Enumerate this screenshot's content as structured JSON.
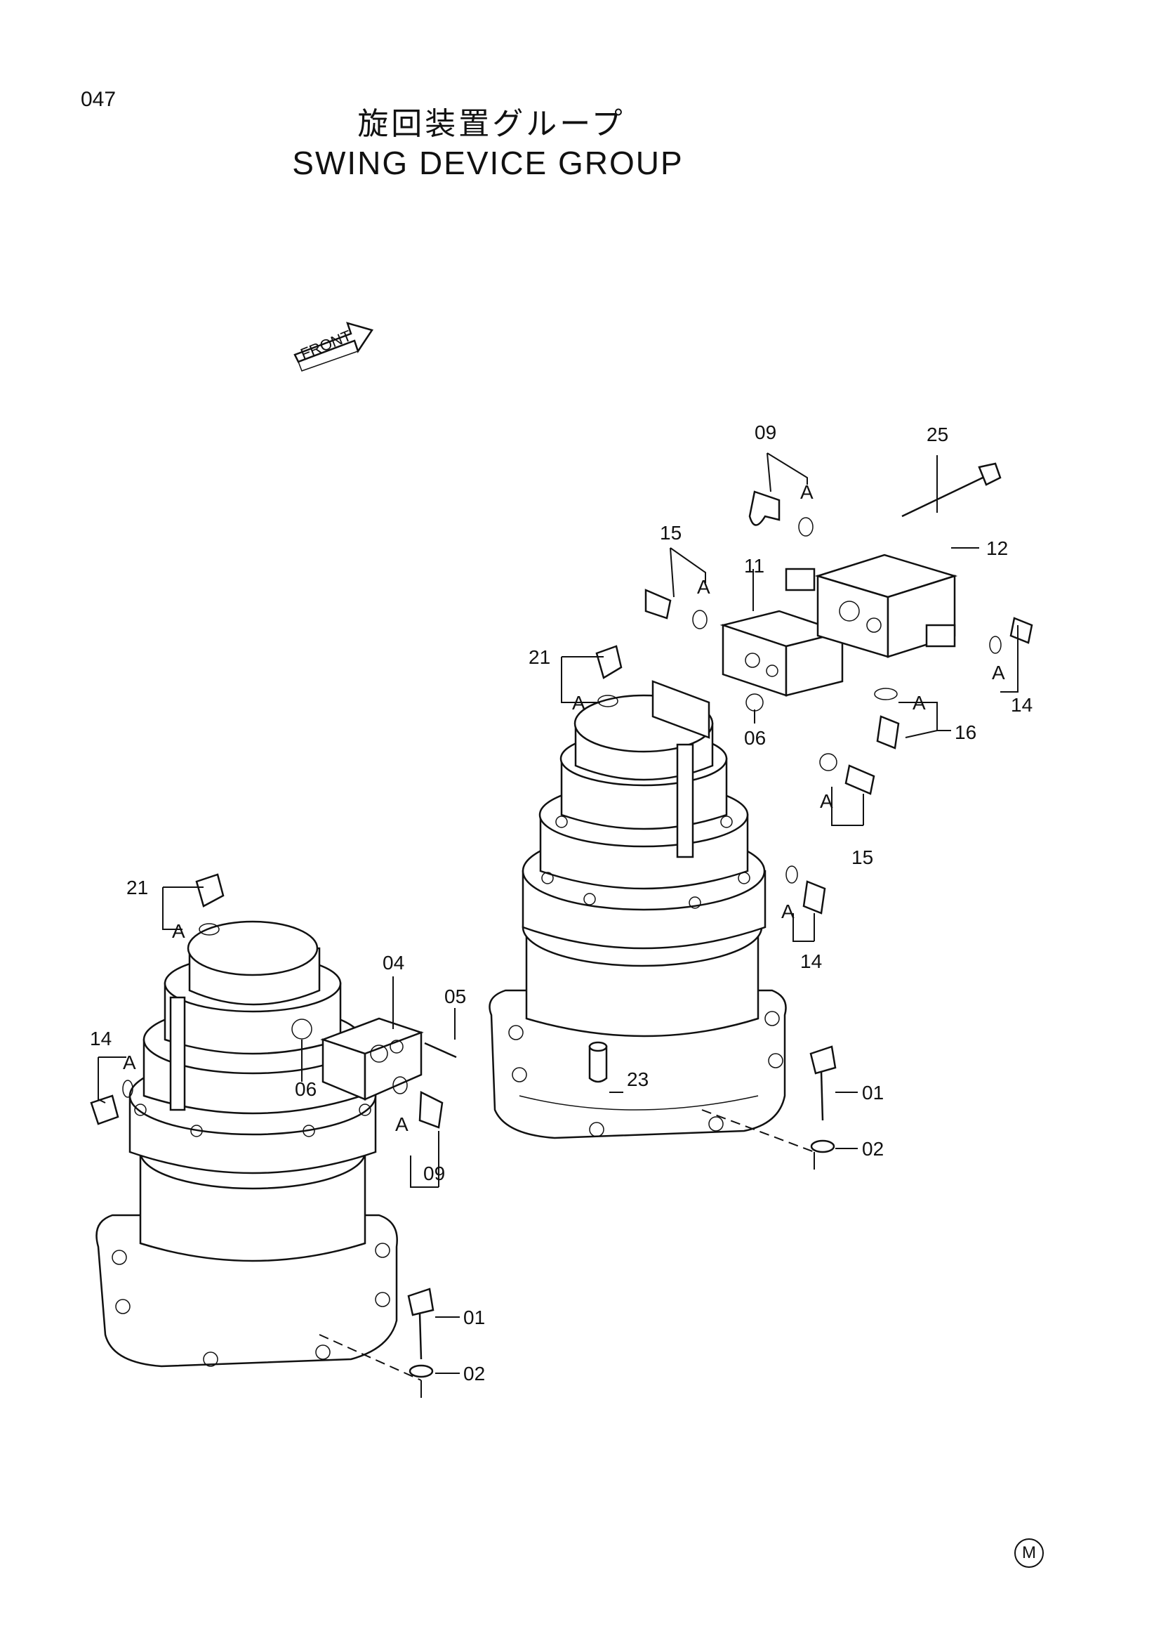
{
  "page_number": "047",
  "title_jp": "旋回装置グループ",
  "title_en": "SWING DEVICE GROUP",
  "front_label": "FRONT",
  "mark": "M",
  "callouts": {
    "c01a": "01",
    "c02a": "02",
    "c01b": "01",
    "c02b": "02",
    "c04": "04",
    "c05": "05",
    "c06a": "06",
    "c06b": "06",
    "c09a": "09",
    "c09b": "09",
    "c11": "11",
    "c12": "12",
    "c14a": "14",
    "c14b": "14",
    "c14c": "14",
    "c15a": "15",
    "c15b": "15",
    "c16": "16",
    "c21a": "21",
    "c21b": "21",
    "c23": "23",
    "c25": "25",
    "a1": "A",
    "a2": "A",
    "a3": "A",
    "a4": "A",
    "a5": "A",
    "a6": "A",
    "a7": "A",
    "a8": "A",
    "a9": "A"
  }
}
